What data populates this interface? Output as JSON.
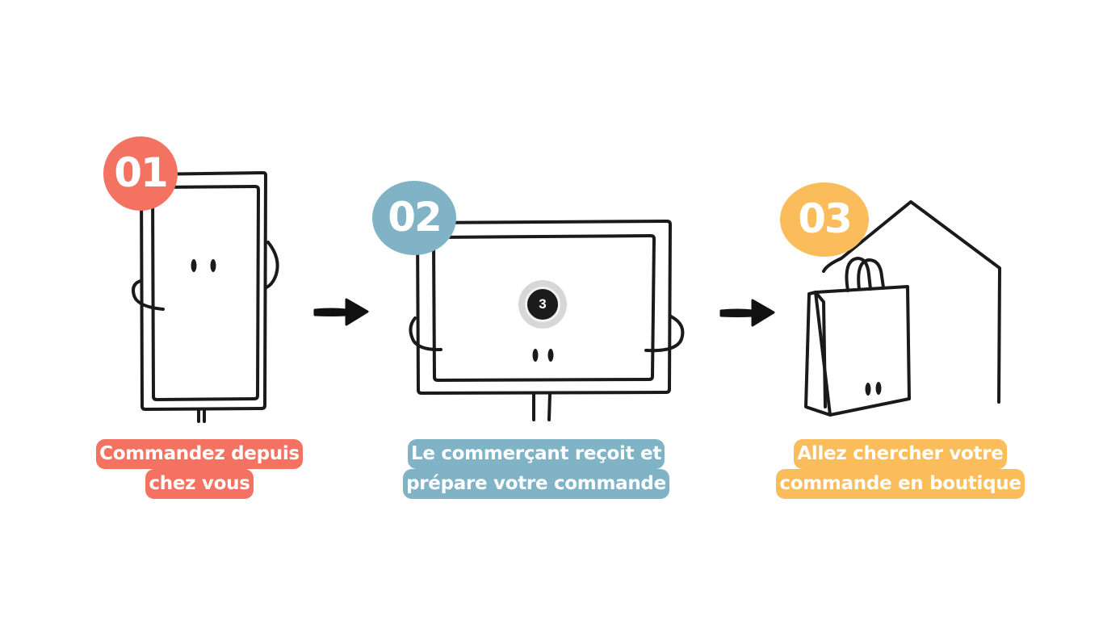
{
  "colors": {
    "step1": "#f47261",
    "step2": "#7fb3c5",
    "step3": "#fbbc5b",
    "stroke": "#1a1a1a",
    "arrow": "#111111"
  },
  "steps": [
    {
      "number": "01",
      "caption_lines": [
        "Commandez depuis",
        "chez vous"
      ],
      "illustration": "smartphone-character"
    },
    {
      "number": "02",
      "caption_lines": [
        "Le commerçant reçoit et",
        "prépare votre commande"
      ],
      "illustration": "monitor-character"
    },
    {
      "number": "03",
      "caption_lines": [
        "Allez chercher votre",
        "commande en boutique"
      ],
      "illustration": "shopping-bag-and-house"
    }
  ],
  "arrows": [
    "arrow-right-icon",
    "arrow-right-icon"
  ],
  "page_indicator": "3"
}
